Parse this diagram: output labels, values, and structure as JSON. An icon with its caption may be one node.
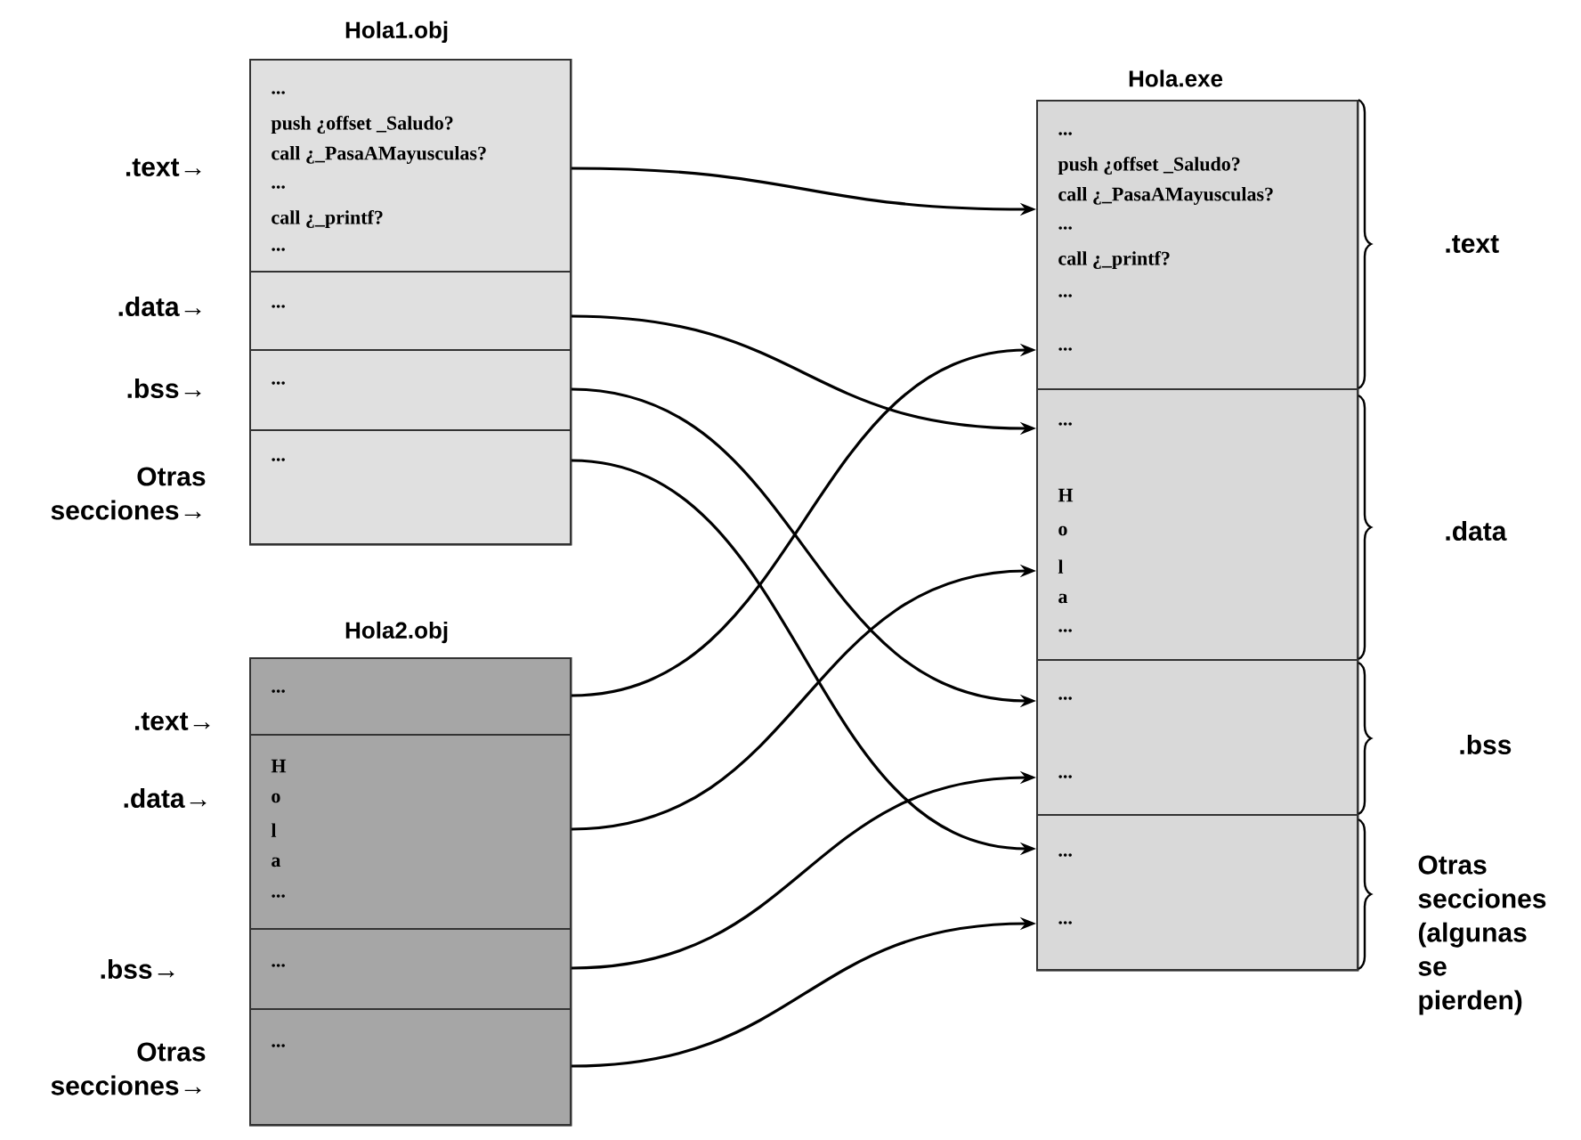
{
  "diagram": {
    "nodes": [
      {
        "text": [
          "Hola1.obj"
        ]
      },
      {
        "text": [
          "...",
          "push ¿offset _Saludo?",
          "call ¿_PasaAMayusculas?",
          "...",
          "call ¿_printf?",
          "..."
        ],
        "in": 0
      },
      {
        "text": [
          "..."
        ],
        "in": 0
      },
      {
        "text": [
          "..."
        ],
        "in": 0
      },
      {
        "text": [
          "..."
        ],
        "in": 0
      },
      {
        "text": [
          "Hola2.obj"
        ]
      },
      {
        "text": [
          "..."
        ],
        "in": 5
      },
      {
        "text": [
          "H",
          "o",
          "l",
          "a",
          "..."
        ],
        "in": 5
      },
      {
        "text": [
          "..."
        ],
        "in": 5
      },
      {
        "text": [
          "..."
        ],
        "in": 5
      },
      {
        "text": [
          "Hola.exe"
        ]
      },
      {
        "text": [
          "...",
          "push ¿offset _Saludo?",
          "call ¿_PasaAMayusculas?",
          "...",
          "call ¿_printf?",
          "...",
          "..."
        ],
        "in": 10
      },
      {
        "text": [
          "...",
          "H",
          "o",
          "l",
          "a",
          "..."
        ],
        "in": 10
      },
      {
        "text": [
          "...",
          "..."
        ],
        "in": 10
      },
      {
        "text": [
          "...",
          "..."
        ],
        "in": 10
      }
    ],
    "edges": [
      {
        "from": 1,
        "to": 11,
        "arrow": "to"
      },
      {
        "from": 2,
        "to": 12,
        "arrow": "to"
      },
      {
        "from": 3,
        "to": 13,
        "arrow": "to"
      },
      {
        "from": 4,
        "to": 14,
        "arrow": "to"
      },
      {
        "from": 6,
        "to": 11,
        "arrow": "to"
      },
      {
        "from": 7,
        "to": 12,
        "arrow": "to"
      },
      {
        "from": 8,
        "to": 13,
        "arrow": "to"
      },
      {
        "from": 9,
        "to": 14,
        "arrow": "to"
      }
    ],
    "labels": [
      ".text→",
      ".data→",
      ".bss→",
      "Otras secciones→",
      ".text→",
      ".data→",
      ".bss→",
      "Otras secciones→",
      ".text",
      ".data",
      ".bss",
      "Otras secciones (algunas se pierden)"
    ]
  }
}
